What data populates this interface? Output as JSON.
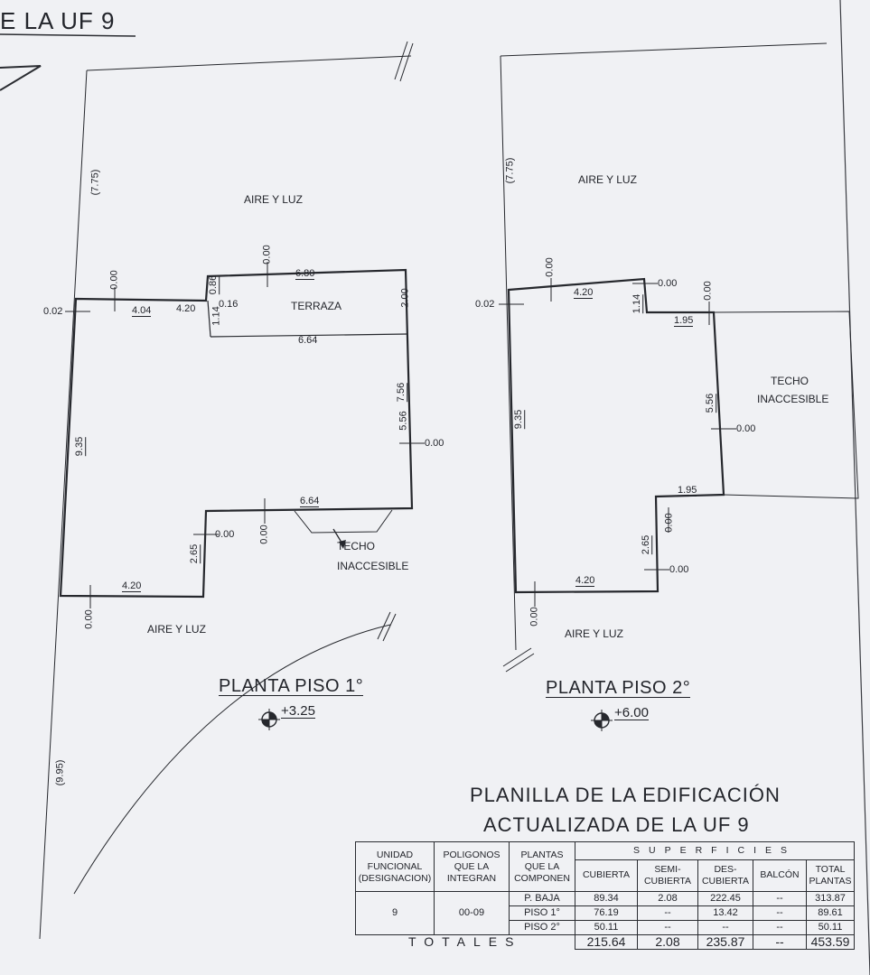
{
  "header_title": "E LA UF 9",
  "plan1": {
    "title": "PLANTA PISO 1°",
    "level": "+3.25",
    "labels": {
      "aire_top": "AIRE Y LUZ",
      "aire_bottom": "AIRE Y LUZ",
      "terraza": "TERRAZA",
      "techo": "TECHO",
      "inaccesible": "INACCESIBLE"
    },
    "dims": {
      "d775": "(7.75)",
      "d995": "(9.95)",
      "d002": "0.02",
      "d404": "4.04",
      "d420a": "4.20",
      "d086": "0.86",
      "d016": "0.16",
      "d114": "1.14",
      "d680": "6.80",
      "d200": "2.00",
      "d664a": "6.64",
      "d756": "7.56",
      "d556": "5.56",
      "d935": "9.35",
      "d664b": "6.64",
      "d265": "2.65",
      "d420b": "4.20"
    },
    "zeros": [
      "0.00",
      "0.00",
      "0.00",
      "0.00",
      "0.00",
      "0.00"
    ]
  },
  "plan2": {
    "title": "PLANTA PISO 2°",
    "level": "+6.00",
    "labels": {
      "aire_top": "AIRE Y LUZ",
      "aire_bottom": "AIRE Y LUZ",
      "techo": "TECHO",
      "inaccesible": "INACCESIBLE"
    },
    "dims": {
      "d775": "(7.75)",
      "d002": "0.02",
      "d420a": "4.20",
      "d114": "1.14",
      "d195a": "1.95",
      "d556": "5.56",
      "d935": "9.35",
      "d195b": "1.95",
      "d265": "2.65",
      "d420b": "4.20"
    },
    "zeros": [
      "0.00",
      "0.00",
      "0.00",
      "0.00",
      "0.00",
      "0.00",
      "0.00"
    ]
  },
  "schedule": {
    "title_line1": "PLANILLA DE LA EDIFICACIÓN",
    "title_line2": "ACTUALIZADA DE LA UF 9",
    "headers": {
      "unidad": [
        "UNIDAD",
        "FUNCIONAL",
        "(DESIGNACION)"
      ],
      "poligonos": [
        "POLIGONOS",
        "QUE LA",
        "INTEGRAN"
      ],
      "plantas": [
        "PLANTAS",
        "QUE LA",
        "COMPONEN"
      ],
      "superficies": "SUPERFICIES",
      "cubierta": "CUBIERTA",
      "semi": [
        "SEMI-",
        "CUBIERTA"
      ],
      "des": [
        "DES-",
        "CUBIERTA"
      ],
      "balcon": "BALCÓN",
      "total": [
        "TOTAL",
        "PLANTAS"
      ]
    },
    "unit": "9",
    "polygons": "00-09",
    "rows": [
      {
        "planta": "P. BAJA",
        "cubierta": "89.34",
        "semi": "2.08",
        "des": "222.45",
        "balcon": "--",
        "total": "313.87"
      },
      {
        "planta": "PISO 1°",
        "cubierta": "76.19",
        "semi": "--",
        "des": "13.42",
        "balcon": "--",
        "total": "89.61"
      },
      {
        "planta": "PISO 2°",
        "cubierta": "50.11",
        "semi": "--",
        "des": "--",
        "balcon": "--",
        "total": "50.11"
      }
    ],
    "totals": {
      "label": "TOTALES",
      "cubierta": "215.64",
      "semi": "2.08",
      "des": "235.87",
      "balcon": "--",
      "total": "453.59"
    }
  }
}
